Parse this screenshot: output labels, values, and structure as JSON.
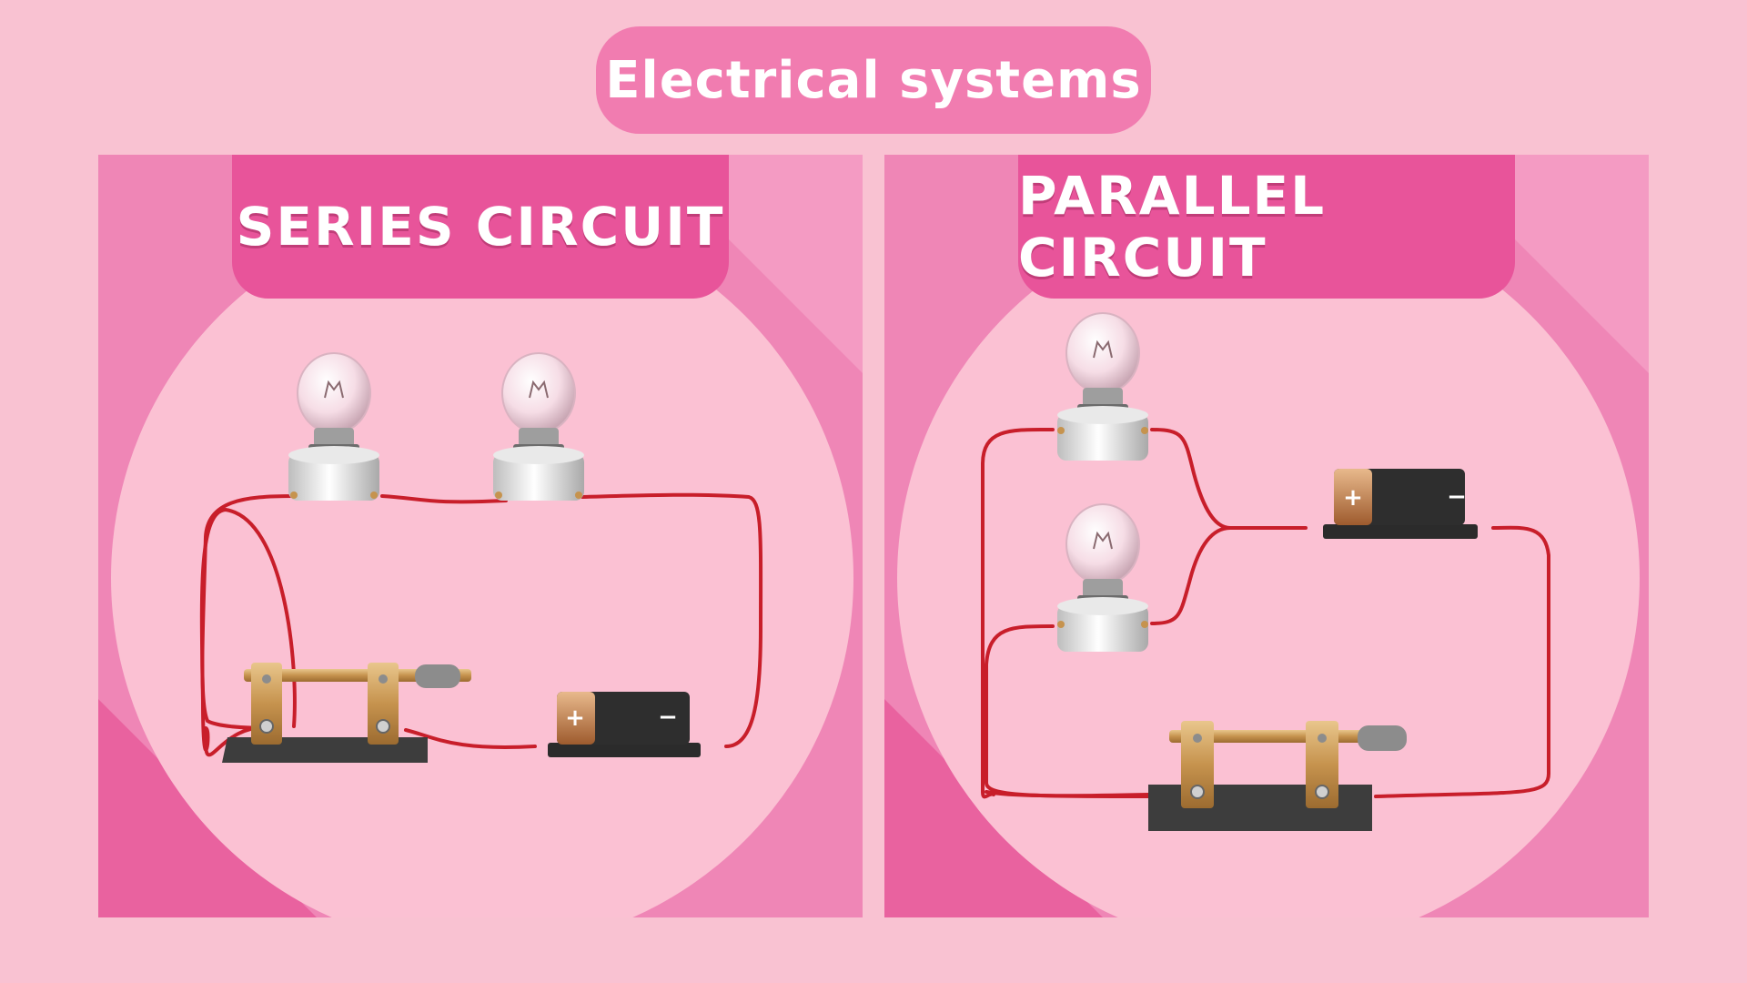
{
  "title": "Electrical systems",
  "panels": [
    {
      "heading": "SERIES CIRCUIT"
    },
    {
      "heading": "PARALLEL CIRCUIT"
    }
  ],
  "battery": {
    "plus": "+",
    "minus": "−"
  },
  "colors": {
    "background": "#f9c2d2",
    "title_pill": "#f17cb0",
    "panel": "#ef86b6",
    "header_tab": "#e8549a",
    "circle": "#fbc1d3",
    "wire": "#c81e2a"
  },
  "icons": [
    "light-bulb-icon",
    "battery-icon",
    "knife-switch-icon"
  ]
}
